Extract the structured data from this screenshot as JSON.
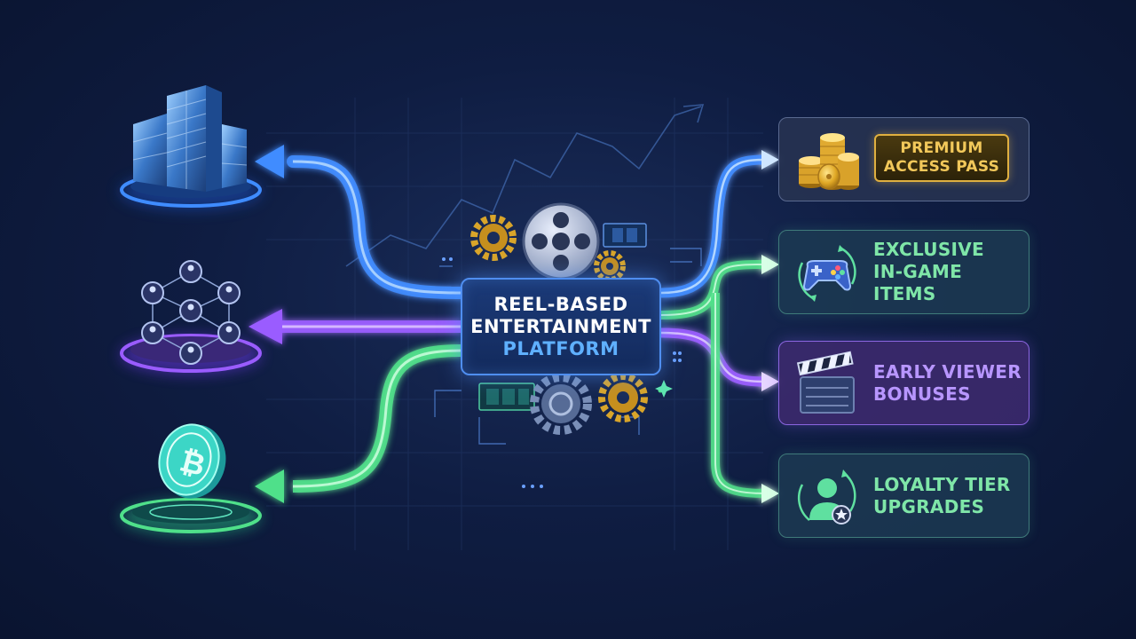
{
  "center": {
    "line1": "REEL-BASED",
    "line2": "ENTERTAINMENT",
    "line3": "PLATFORM"
  },
  "sources": [
    {
      "name": "enterprise",
      "icon": "office-building-icon",
      "color": "#3f8cff"
    },
    {
      "name": "community",
      "icon": "user-network-icon",
      "color": "#9a5cff"
    },
    {
      "name": "crypto",
      "icon": "crypto-coin-icon",
      "color": "#4fe08a"
    }
  ],
  "rewards": [
    {
      "icon": "gold-coins-icon",
      "badge_line1": "PREMIUM",
      "badge_line2": "ACCESS PASS",
      "color": "#f2c85a"
    },
    {
      "icon": "game-controller-icon",
      "line1": "EXCLUSIVE",
      "line2": "IN-GAME ITEMS",
      "color": "#7fe6a8"
    },
    {
      "icon": "clapperboard-icon",
      "line1": "EARLY VIEWER",
      "line2": "BONUSES",
      "color": "#b896ff"
    },
    {
      "icon": "user-star-icon",
      "line1": "LOYALTY TIER",
      "line2": "UPGRADES",
      "color": "#7fe6a8"
    }
  ],
  "colors": {
    "blue_flow": "#3f8cff",
    "purple_flow": "#9a5cff",
    "green_flow": "#4fe08a",
    "gold": "#e0b040",
    "background": "#0f1d42"
  }
}
